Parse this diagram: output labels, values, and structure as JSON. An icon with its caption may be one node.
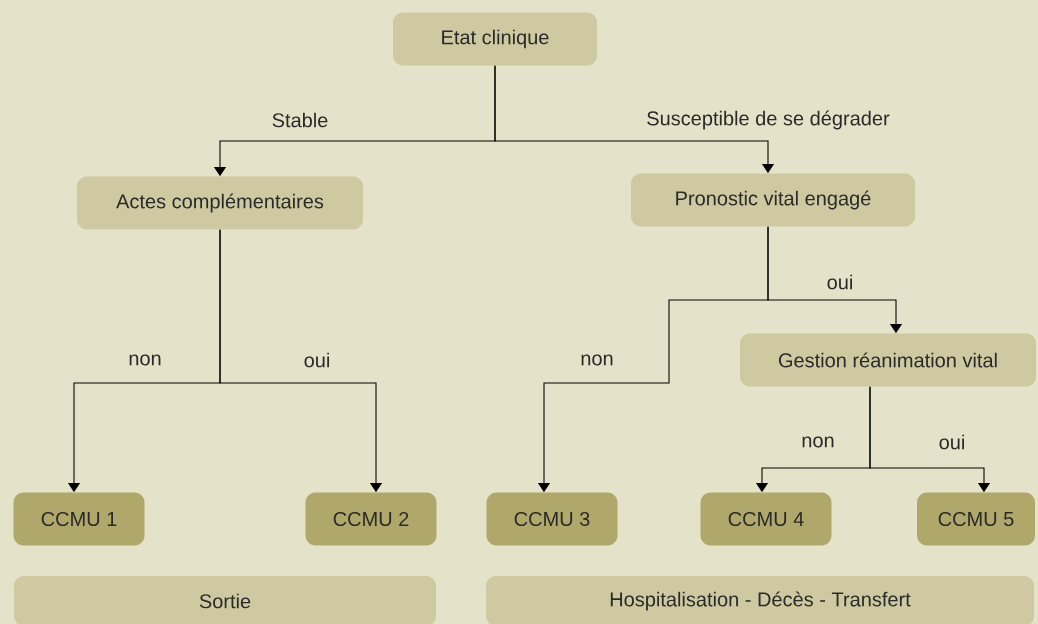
{
  "diagram": {
    "nodes": [
      {
        "text": [
          "Etat clinique"
        ]
      },
      {
        "text": [
          "Actes complémentaires"
        ]
      },
      {
        "text": [
          "Pronostic vital engagé"
        ]
      },
      {
        "text": [
          "Gestion réanimation vital"
        ]
      },
      {
        "text": [
          "CCMU 1"
        ]
      },
      {
        "text": [
          "CCMU 2"
        ]
      },
      {
        "text": [
          "CCMU 3"
        ]
      },
      {
        "text": [
          "CCMU 4"
        ]
      },
      {
        "text": [
          "CCMU 5"
        ]
      },
      {
        "text": [
          "Sortie"
        ]
      },
      {
        "text": [
          "Hospitalisation - Décès - Transfert"
        ]
      }
    ],
    "edges": [
      {
        "from": 0,
        "to": 1,
        "arrow": "to",
        "label": "Stable"
      },
      {
        "from": 0,
        "to": 2,
        "arrow": "to",
        "label": "Susceptible de se dégrader"
      },
      {
        "from": 1,
        "to": 4,
        "arrow": "to",
        "label": "non"
      },
      {
        "from": 1,
        "to": 5,
        "arrow": "to",
        "label": "oui"
      },
      {
        "from": 2,
        "to": 6,
        "arrow": "to",
        "label": "non"
      },
      {
        "from": 2,
        "to": 3,
        "arrow": "to",
        "label": "oui"
      },
      {
        "from": 3,
        "to": 7,
        "arrow": "to",
        "label": "non"
      },
      {
        "from": 3,
        "to": 8,
        "arrow": "to",
        "label": "oui"
      }
    ]
  }
}
